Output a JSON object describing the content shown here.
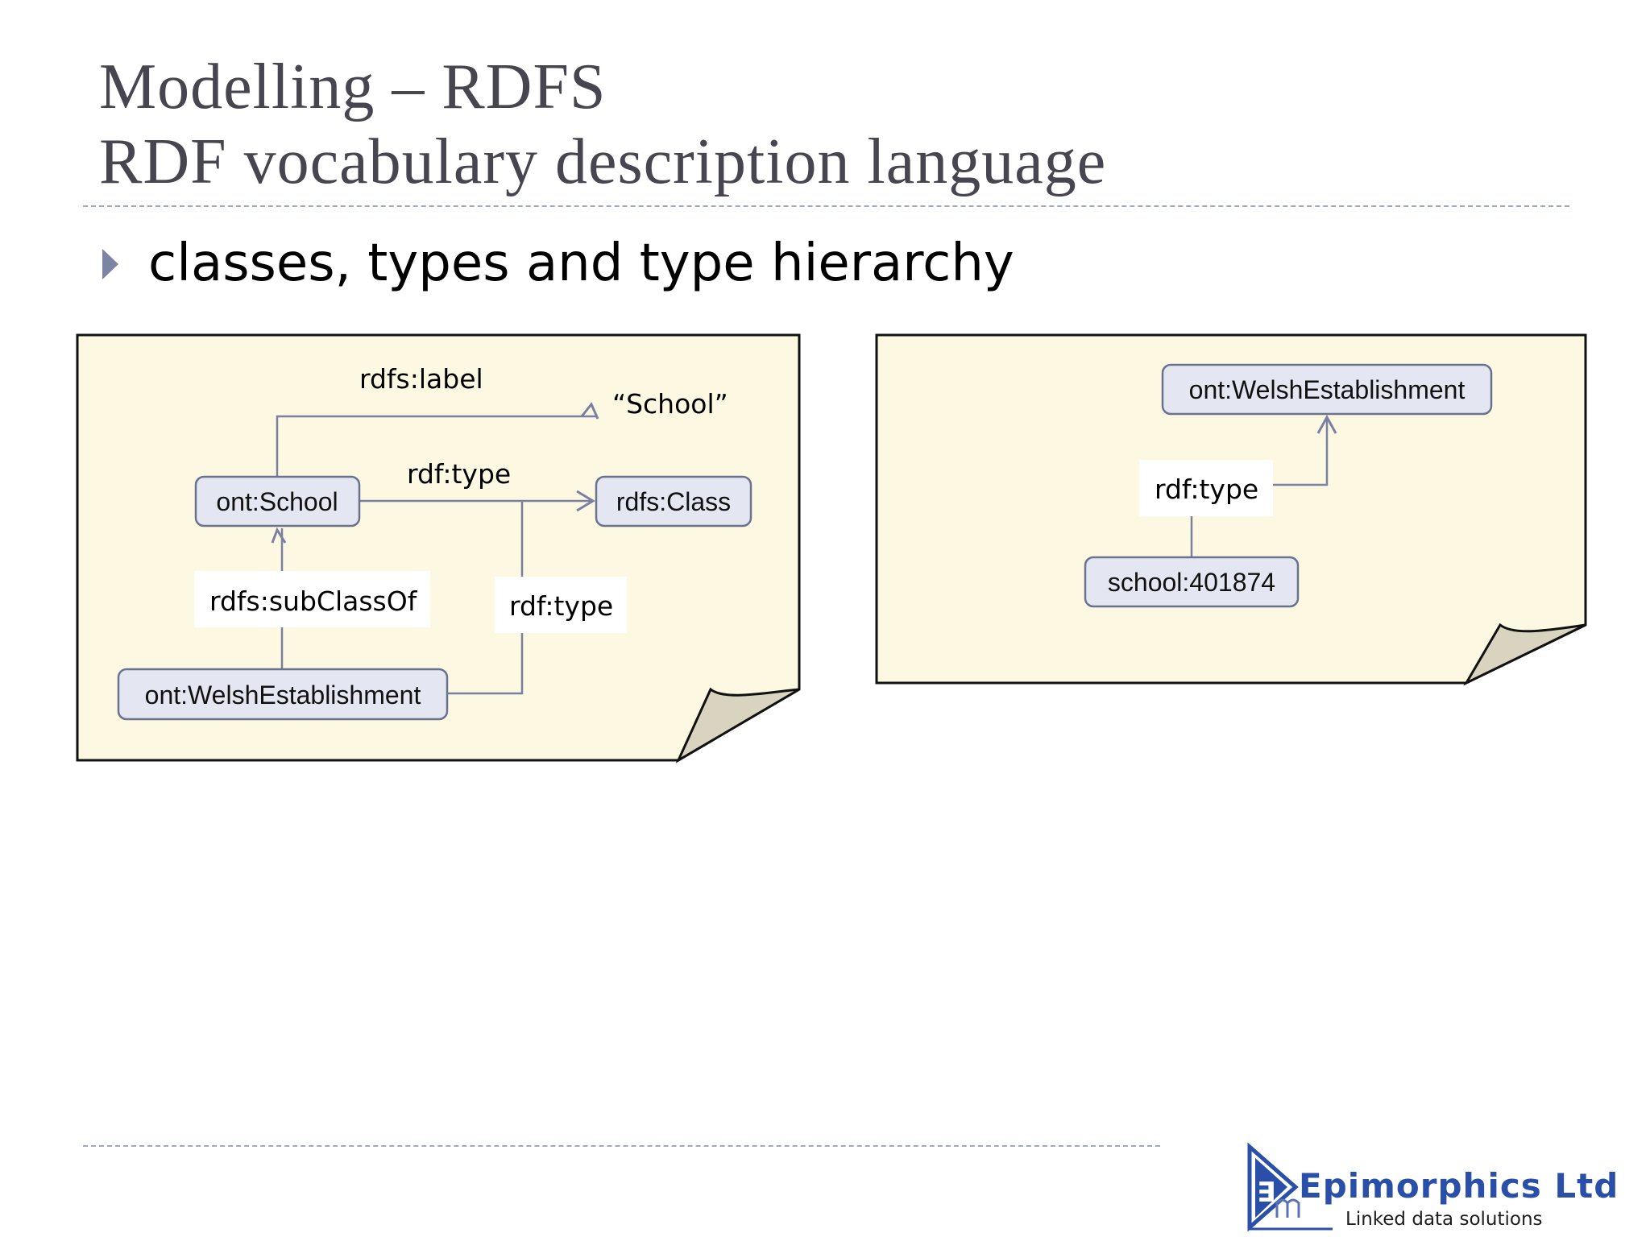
{
  "slide": {
    "title_line1": "Modelling – RDFS",
    "title_line2": "RDF vocabulary description language",
    "bullet": "classes, types and type hierarchy"
  },
  "left_diagram": {
    "nodes": {
      "school": "ont:School",
      "rdfs_class": "rdfs:Class",
      "welsh": "ont:WelshEstablishment"
    },
    "literal": "“School”",
    "edges": {
      "label": "rdfs:label",
      "type_top": "rdf:type",
      "subclass": "rdfs:subClassOf",
      "type_bottom": "rdf:type"
    }
  },
  "right_diagram": {
    "nodes": {
      "welsh": "ont:WelshEstablishment",
      "instance": "school:401874"
    },
    "edges": {
      "type": "rdf:type"
    }
  },
  "logo": {
    "name": "Epimorphics Ltd",
    "tagline": "Linked data solutions"
  },
  "colors": {
    "title": "#474650",
    "note_fill": "#fdf8e2",
    "node_fill": "#e4e6f1",
    "node_border": "#6b7290",
    "edge": "#7a80a2",
    "logo_blue": "#2a4fa8"
  }
}
